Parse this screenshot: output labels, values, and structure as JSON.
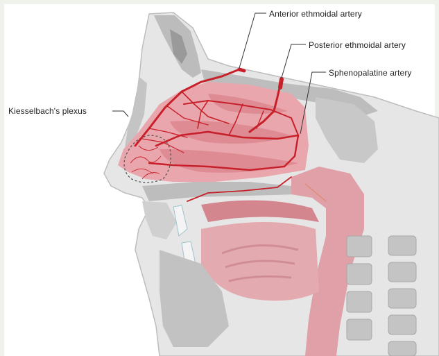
{
  "labels": {
    "anterior_ethmoidal": "Anterior ethmoidal artery",
    "posterior_ethmoidal": "Posterior ethmoidal artery",
    "sphenopalatine": "Sphenopalatine artery",
    "kiesselbach": "Kiesselbach's plexus"
  },
  "colors": {
    "artery": "#c8202a",
    "mucosa": "#e9a7ad",
    "mucosa_dark": "#d97f89",
    "bone": "#b3b3b3",
    "bone_light": "#d4d4d4",
    "soft_tissue": "#e8e8e8",
    "leader": "#333333"
  }
}
